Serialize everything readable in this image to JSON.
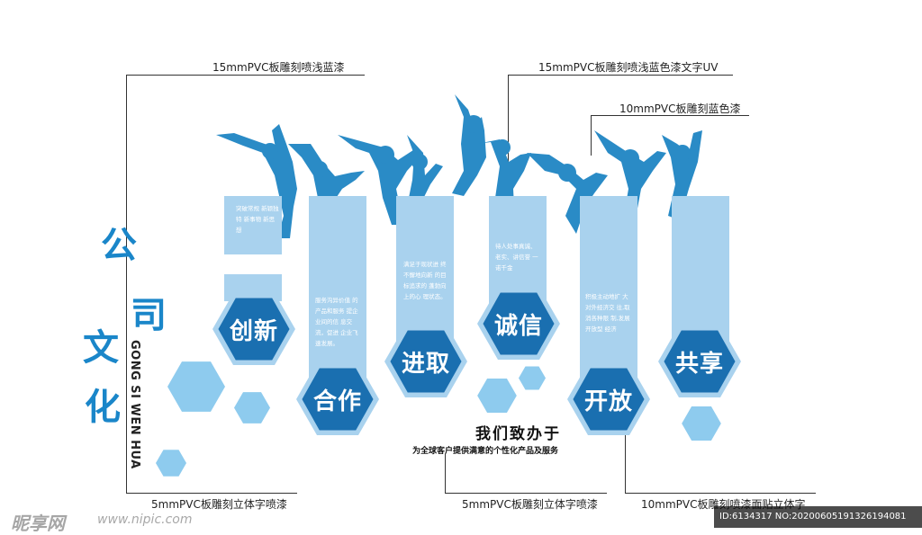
{
  "callouts": [
    {
      "text": "15mmPVC板雕刻喷浅蓝漆"
    },
    {
      "text": "15mmPVC板雕刻喷浅蓝色漆文字UV"
    },
    {
      "text": "10mmPVC板雕刻蓝色漆"
    },
    {
      "text": "5mmPVC板雕刻立体字喷漆"
    },
    {
      "text": "5mmPVC板雕刻立体字喷漆"
    },
    {
      "text": "10mmPVC板雕刻喷漆面贴立体字"
    }
  ],
  "title_chars": [
    "公",
    "司",
    "文",
    "化"
  ],
  "pinyin": "GONG SI WEN HUA",
  "values": [
    {
      "label": "创新"
    },
    {
      "label": "合作"
    },
    {
      "label": "进取"
    },
    {
      "label": "诚信"
    },
    {
      "label": "开放"
    },
    {
      "label": "共享"
    }
  ],
  "panel_texts": {
    "p1": "突破常规 新颖独特 新事物 新思想",
    "p2": "服务沟异价值 的产品和服务 提企业间的信 息交流，促进 企业飞速发展。",
    "p3": "满足于现状进 终不懈地向新 的目标追求的 蓬勃向上的心 理状态。",
    "p4": "待人处事真诚、 老实、讲信誉 一诺千金",
    "p5": "积极主动地扩 大对外经济交 往,取消各种限 制,发展开放型 经济"
  },
  "slogan": "我们致办于",
  "subslogan": "为全球客户提供满意的个性化产品及服务",
  "watermark": {
    "logo": "昵享网",
    "url": "www.nipic.com",
    "id": "ID:6134317 NO:20200605191326194081"
  },
  "colors": {
    "dark_blue": "#1a6fb0",
    "light_blue": "#a9d2ee",
    "hex_light": "#8ecbee",
    "title_blue": "#1a86c9"
  }
}
